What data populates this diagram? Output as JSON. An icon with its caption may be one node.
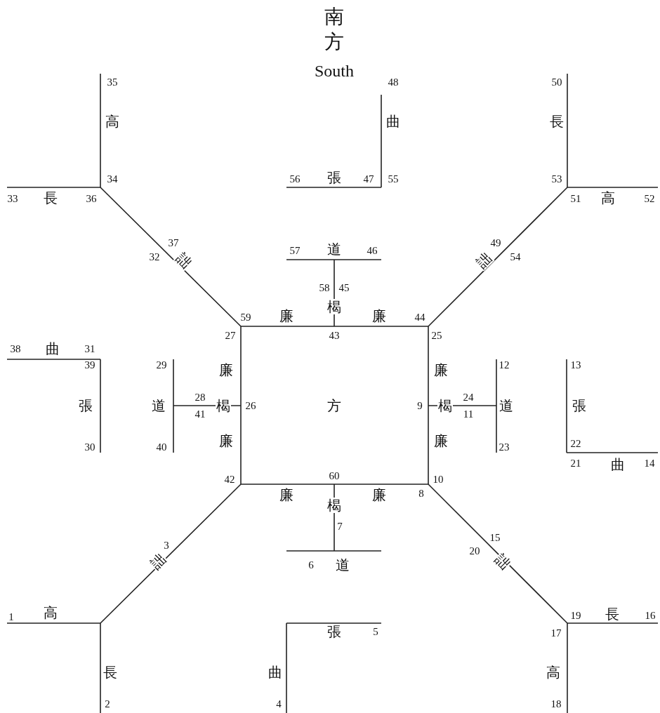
{
  "diagram": {
    "labels": [
      "南",
      "方",
      "South",
      "35",
      "48",
      "50",
      "高",
      "曲",
      "長",
      "34",
      "56",
      "張",
      "47",
      "55",
      "53",
      "33",
      "長",
      "36",
      "51",
      "高",
      "52",
      "37",
      "49",
      "32",
      "詘",
      "57",
      "道",
      "46",
      "詘",
      "54",
      "58",
      "45",
      "楬",
      "59",
      "廉",
      "廉",
      "44",
      "27",
      "43",
      "25",
      "38",
      "曲",
      "31",
      "39",
      "29",
      "12",
      "13",
      "廉",
      "廉",
      "張",
      "道",
      "28",
      "41",
      "楬",
      "26",
      "方",
      "9",
      "楬",
      "24",
      "11",
      "道",
      "張",
      "廉",
      "廉",
      "30",
      "40",
      "23",
      "22",
      "21",
      "曲",
      "14",
      "42",
      "60",
      "10",
      "8",
      "廉",
      "楬",
      "廉",
      "7",
      "3",
      "15",
      "20",
      "詘",
      "詘",
      "6",
      "道",
      "1",
      "高",
      "19",
      "長",
      "16",
      "張",
      "5",
      "17",
      "長",
      "曲",
      "高",
      "2",
      "4",
      "18"
    ]
  }
}
